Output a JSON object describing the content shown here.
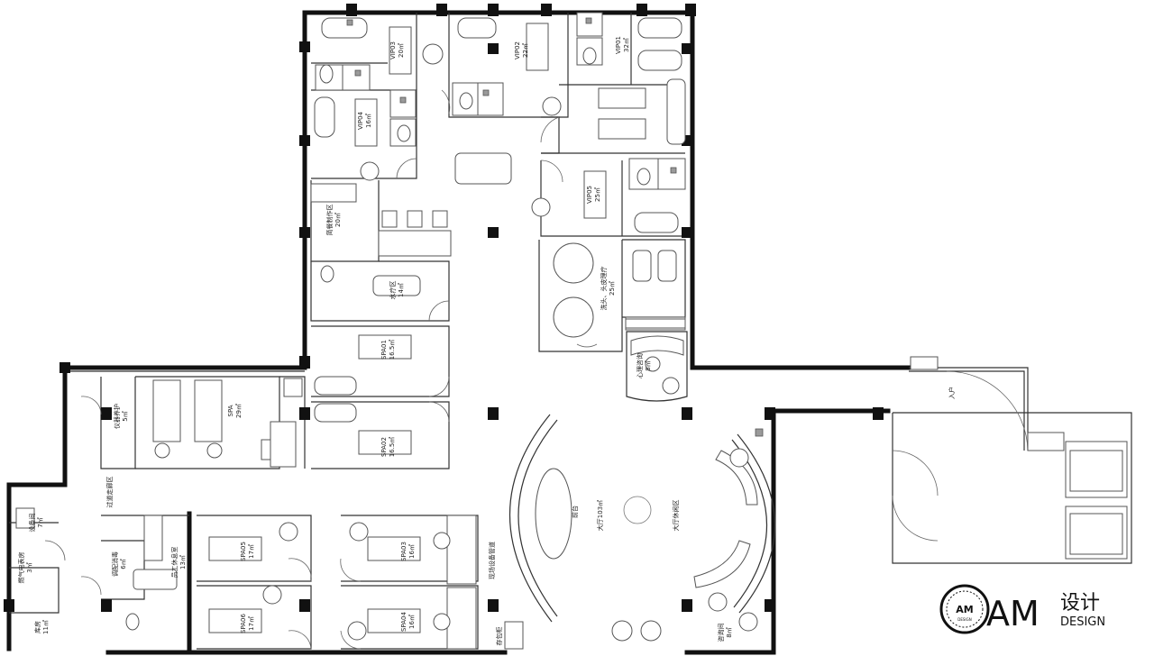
{
  "rooms": {
    "vip03": {
      "name": "VIP03",
      "area": "20㎡"
    },
    "vip02": {
      "name": "VIP02",
      "area": "22㎡"
    },
    "vip01": {
      "name": "VIP01",
      "area": "32㎡"
    },
    "vip04": {
      "name": "VIP04",
      "area": "16㎡"
    },
    "vip05": {
      "name": "VIP05",
      "area": "25㎡"
    },
    "prep": {
      "name": "简餐制作区",
      "area": "20㎡"
    },
    "bath": {
      "name": "水疗区",
      "area": "14㎡"
    },
    "hair": {
      "name": "洗头、头皮理疗",
      "area": "25㎡"
    },
    "spa01": {
      "name": "SPA01",
      "area": "16.5㎡"
    },
    "spa02": {
      "name": "SPA02",
      "area": "16.5㎡"
    },
    "spa03": {
      "name": "SPA03",
      "area": "16㎡"
    },
    "spa04": {
      "name": "SPA04",
      "area": "16㎡"
    },
    "spa05": {
      "name": "SPA05",
      "area": "17㎡"
    },
    "spa06": {
      "name": "SPA06",
      "area": "17㎡"
    },
    "spa_double": {
      "name": "SPA",
      "area": "29㎡"
    },
    "instrument": {
      "name": "仪器养护",
      "area": "5㎡"
    },
    "lounge": {
      "name": "心理咨询",
      "area": "8㎡"
    },
    "hall": {
      "name": "大厅103㎡"
    },
    "hall_rest": {
      "name": "大厅休闲区"
    },
    "reception": {
      "name": "前台"
    },
    "entrance": {
      "name": "入户"
    },
    "staff_rest": {
      "name": "员工休息室",
      "area": "13㎡"
    },
    "prep_room": {
      "name": "调配消毒",
      "area": "6㎡"
    },
    "equipment": {
      "name": "设备间",
      "area": "7㎡"
    },
    "gas": {
      "name": "燃气电表房",
      "area": "3㎡"
    },
    "storage": {
      "name": "库房",
      "area": "11㎡"
    },
    "site_equipment": {
      "name": "现场设备管道"
    },
    "storage_cabinet": {
      "name": "存包柜"
    },
    "consult": {
      "name": "咨询间",
      "area": "8㎡"
    },
    "corridor": {
      "name": "过道走廊区"
    }
  },
  "logo": {
    "mark": "AM",
    "mark_sub": "DESIGN",
    "brand": "AM",
    "cn": "设计",
    "en": "DESIGN"
  }
}
